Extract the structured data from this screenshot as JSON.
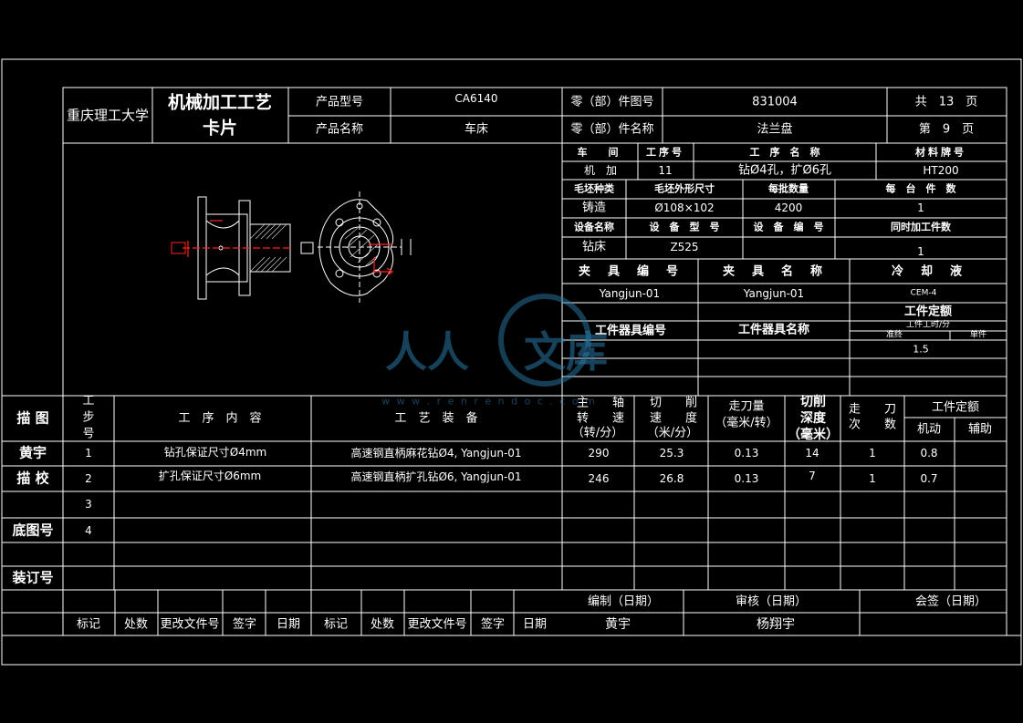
{
  "header": {
    "school": "重庆理工大学",
    "card_title_line1": "机械加工工艺",
    "card_title_line2": "卡片",
    "product_model_label": "产品型号",
    "product_model": "CA6140",
    "product_name_label": "产品名称",
    "product_name": "车床",
    "part_number_label": "零（部）件图号",
    "part_number": "831004",
    "part_name_label": "零（部）件名称",
    "part_name": "法兰盘",
    "total_pages": "共　13　页",
    "page_no": "第　9　页"
  },
  "process_info": {
    "workshop_label": "车　间",
    "op_no_label": "工序号",
    "op_name_label": "工　序　名　称",
    "material_label": "材料牌号",
    "workshop": "机　加",
    "op_no": "11",
    "op_name": "钻Ø4孔，扩Ø6孔",
    "material": "HT200",
    "blank_type_label": "毛坯种类",
    "blank_size_label": "毛坯外形尺寸",
    "batch_label": "每批数量",
    "per_unit_label": "每　台　件　数",
    "blank_type": "铸造",
    "blank_size": "Ø108×102",
    "batch": "4200",
    "per_unit": "1",
    "equip_name_label": "设备名称",
    "equip_model_label": "设　备　型　号",
    "equip_no_label": "设　备　编　号",
    "concurrent_label": "同时加工件数",
    "equip_name": "钻床",
    "equip_model": "Z525",
    "concurrent": "1",
    "fixture_no_label": "夹　具　编　号",
    "fixture_name_label": "夹　具　名　称",
    "coolant_label": "冷　却　液",
    "fixture_no": "Yangjun-01",
    "fixture_name": "Yangjun-01",
    "coolant": "CEM-4",
    "time_quota_label": "工件定额",
    "tool_no_label": "工件器具编号",
    "tool_name_label": "工件器具名称",
    "time_label": "工件工时/分",
    "prep_label": "准终",
    "unit_label": "单件",
    "unit_time": "1.5"
  },
  "table": {
    "col_desc": "描 图",
    "col_step": [
      "工",
      "步",
      "号"
    ],
    "col_content": "工　序　内　容",
    "col_equipment": "工　艺　装　备",
    "col_spindle_1": "主　　轴",
    "col_spindle_2": "转　　速",
    "col_spindle_3": "（转/分）",
    "col_cut_1": "切　　削",
    "col_cut_2": "速　　度",
    "col_cut_3": "（米/分）",
    "col_feed_1": "走刀量",
    "col_feed_2": "（毫米/转）",
    "col_depth_1": "切削",
    "col_depth_2": "深度",
    "col_depth_3": "（毫米）",
    "col_passes_1": "走　　刀",
    "col_passes_2": "次　　数",
    "col_quota": "工件定额",
    "col_machine": "机动",
    "col_aux": "辅助",
    "rows": [
      {
        "side": "黄宇",
        "step": "1",
        "content": "钻孔保证尺寸Ø4mm",
        "equipment": "高速钢直柄麻花钻Ø4, Yangjun-01",
        "speed": "290",
        "cut": "25.3",
        "feed": "0.13",
        "depth": "14",
        "passes": "1",
        "machine": "0.8"
      },
      {
        "side": "描 校",
        "step": "2",
        "content": "扩孔保证尺寸Ø6mm",
        "equipment": "高速钢直柄扩孔钻Ø6, Yangjun-01",
        "speed": "246",
        "cut": "26.8",
        "feed": "0.13",
        "depth": "7",
        "passes": "1",
        "machine": "0.7"
      },
      {
        "side": "",
        "step": "3"
      },
      {
        "side": "底图号",
        "step": "4"
      },
      {
        "side": ""
      },
      {
        "side": "装订号"
      }
    ]
  },
  "footer": {
    "compile_label": "编制（日期）",
    "review_label": "审核（日期）",
    "countersign_label": "会签（日期）",
    "compiler": "黄宇",
    "reviewer": "杨翔宇",
    "mark": "标记",
    "count": "处数",
    "change_doc": "更改文件号",
    "sign": "签字",
    "date": "日期"
  },
  "watermark": {
    "brand": "人人文库",
    "url": "w w w . r e n r e n d o c . c o m"
  },
  "colors": {
    "line": "#ffffff",
    "drawing_red": "#ff2020",
    "watermark": "#2a79a8"
  }
}
